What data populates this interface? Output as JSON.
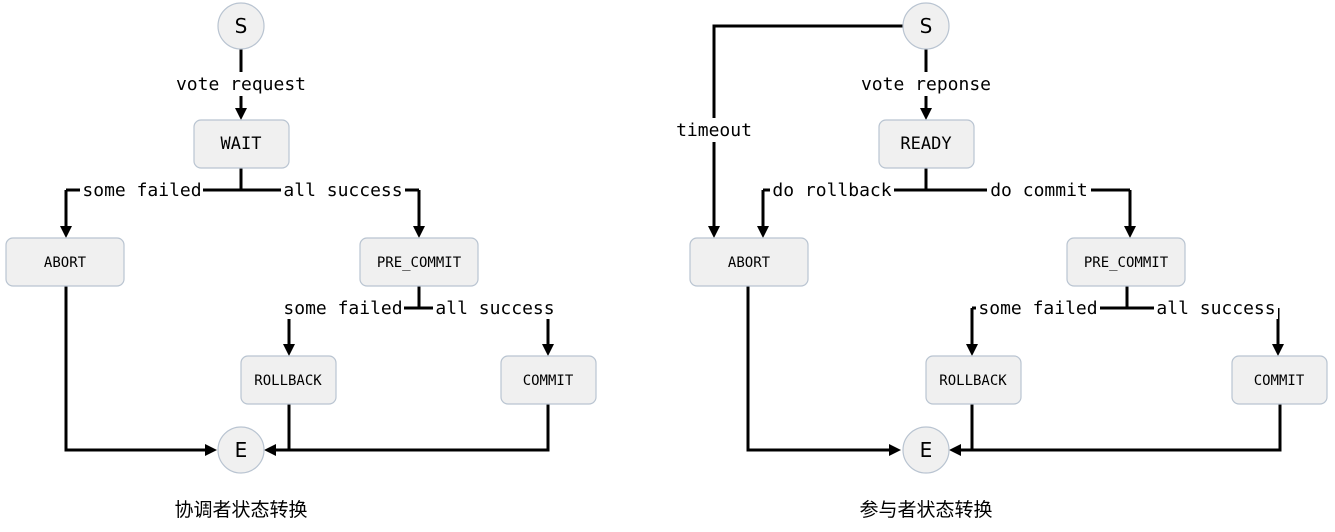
{
  "coordinator": {
    "caption": "协调者状态转换",
    "nodes": {
      "start": "S",
      "wait": "WAIT",
      "abort": "ABORT",
      "pre_commit": "PRE_COMMIT",
      "rollback": "ROLLBACK",
      "commit": "COMMIT",
      "end": "E"
    },
    "edges": {
      "vote_request": "vote request",
      "some_failed_1": "some failed",
      "all_success_1": "all success",
      "some_failed_2": "some failed",
      "all_success_2": "all success"
    }
  },
  "participant": {
    "caption": "参与者状态转换",
    "nodes": {
      "start": "S",
      "ready": "READY",
      "abort": "ABORT",
      "pre_commit": "PRE_COMMIT",
      "rollback": "ROLLBACK",
      "commit": "COMMIT",
      "end": "E"
    },
    "edges": {
      "timeout": "timeout",
      "vote_reponse": "vote reponse",
      "do_rollback": "do rollback",
      "do_commit": "do commit",
      "some_failed": "some failed",
      "all_success": "all success"
    }
  }
}
